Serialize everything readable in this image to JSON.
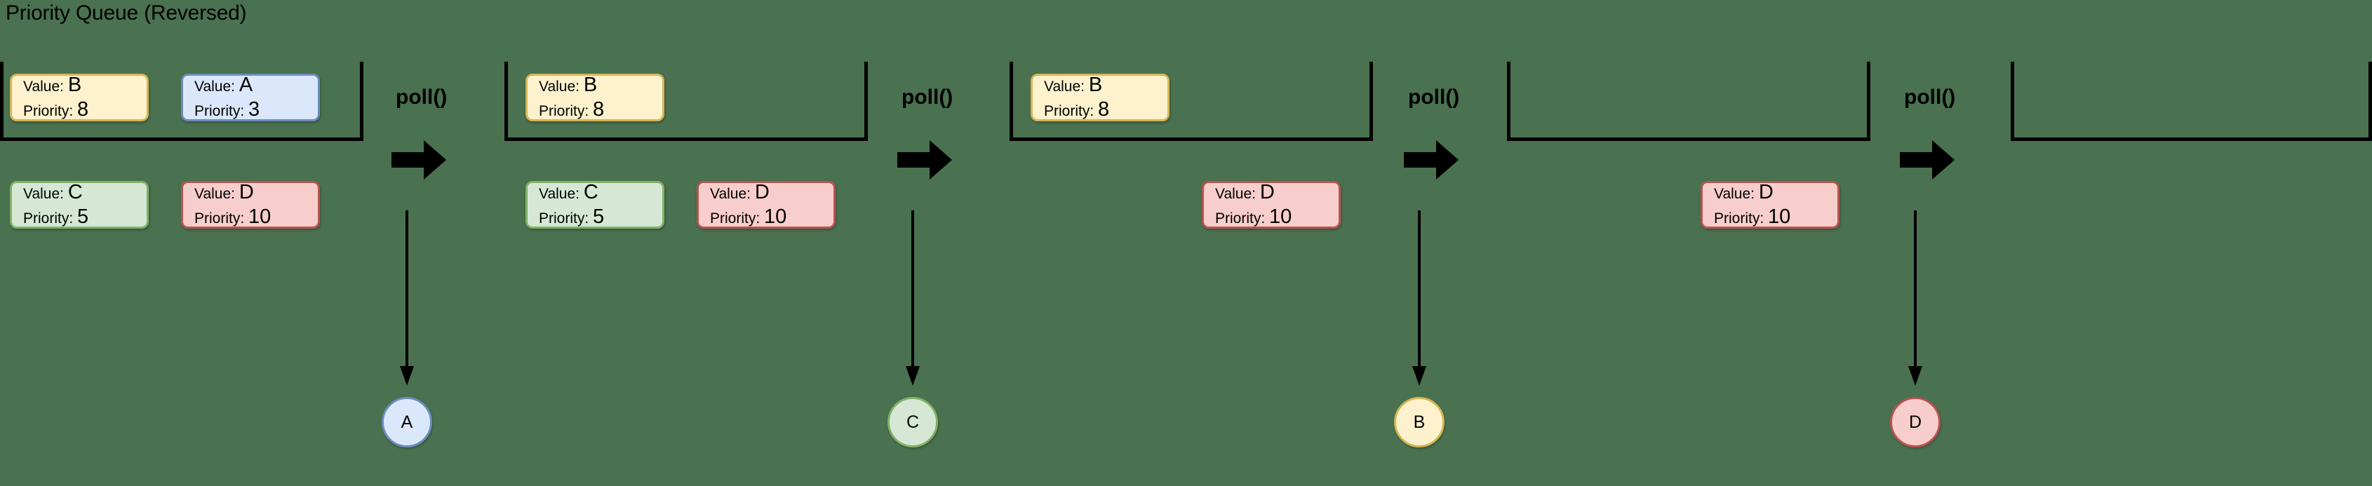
{
  "title": "Priority Queue (Reversed)",
  "background_color": "#4a7150",
  "labels": {
    "value_prefix": "Value:",
    "priority_prefix": "Priority:",
    "poll": "poll()"
  },
  "colors": {
    "yellow_fill": "#fdf2cd",
    "yellow_stroke": "#d6b656",
    "blue_fill": "#dbe8fb",
    "blue_stroke": "#6c8ebf",
    "green_fill": "#d6e8d5",
    "green_stroke": "#82b366",
    "red_fill": "#f8cecc",
    "red_stroke": "#b85450",
    "outline": "#000000"
  },
  "stages": [
    {
      "id": "stage-1",
      "nodes": [
        {
          "slot": "top-left",
          "value": "B",
          "priority": "8",
          "color": "yellow"
        },
        {
          "slot": "top-right",
          "value": "A",
          "priority": "3",
          "color": "blue"
        },
        {
          "slot": "bottom-left",
          "value": "C",
          "priority": "5",
          "color": "green"
        },
        {
          "slot": "bottom-right",
          "value": "D",
          "priority": "10",
          "color": "red"
        }
      ]
    },
    {
      "id": "stage-2",
      "nodes": [
        {
          "slot": "top-left",
          "value": "B",
          "priority": "8",
          "color": "yellow"
        },
        {
          "slot": "bottom-left",
          "value": "C",
          "priority": "5",
          "color": "green"
        },
        {
          "slot": "bottom-right",
          "value": "D",
          "priority": "10",
          "color": "red"
        }
      ]
    },
    {
      "id": "stage-3",
      "nodes": [
        {
          "slot": "top-left",
          "value": "B",
          "priority": "8",
          "color": "yellow"
        },
        {
          "slot": "bottom-right",
          "value": "D",
          "priority": "10",
          "color": "red"
        }
      ]
    },
    {
      "id": "stage-4",
      "nodes": [
        {
          "slot": "bottom-right",
          "value": "D",
          "priority": "10",
          "color": "red"
        }
      ]
    },
    {
      "id": "stage-5",
      "nodes": []
    }
  ],
  "transitions": [
    {
      "id": "transition-1",
      "label": "poll()",
      "result": {
        "value": "A",
        "color": "blue"
      }
    },
    {
      "id": "transition-2",
      "label": "poll()",
      "result": {
        "value": "C",
        "color": "green"
      }
    },
    {
      "id": "transition-3",
      "label": "poll()",
      "result": {
        "value": "B",
        "color": "yellow"
      }
    },
    {
      "id": "transition-4",
      "label": "poll()",
      "result": {
        "value": "D",
        "color": "red"
      }
    }
  ],
  "cards": {
    "s1_b": {
      "value": "B",
      "priority": "8"
    },
    "s1_a": {
      "value": "A",
      "priority": "3"
    },
    "s1_c": {
      "value": "C",
      "priority": "5"
    },
    "s1_d": {
      "value": "D",
      "priority": "10"
    },
    "s2_b": {
      "value": "B",
      "priority": "8"
    },
    "s2_c": {
      "value": "C",
      "priority": "5"
    },
    "s2_d": {
      "value": "D",
      "priority": "10"
    },
    "s3_b": {
      "value": "B",
      "priority": "8"
    },
    "s3_d": {
      "value": "D",
      "priority": "10"
    },
    "s4_d": {
      "value": "D",
      "priority": "10"
    }
  },
  "circles": {
    "c1": "A",
    "c2": "C",
    "c3": "B",
    "c4": "D"
  }
}
